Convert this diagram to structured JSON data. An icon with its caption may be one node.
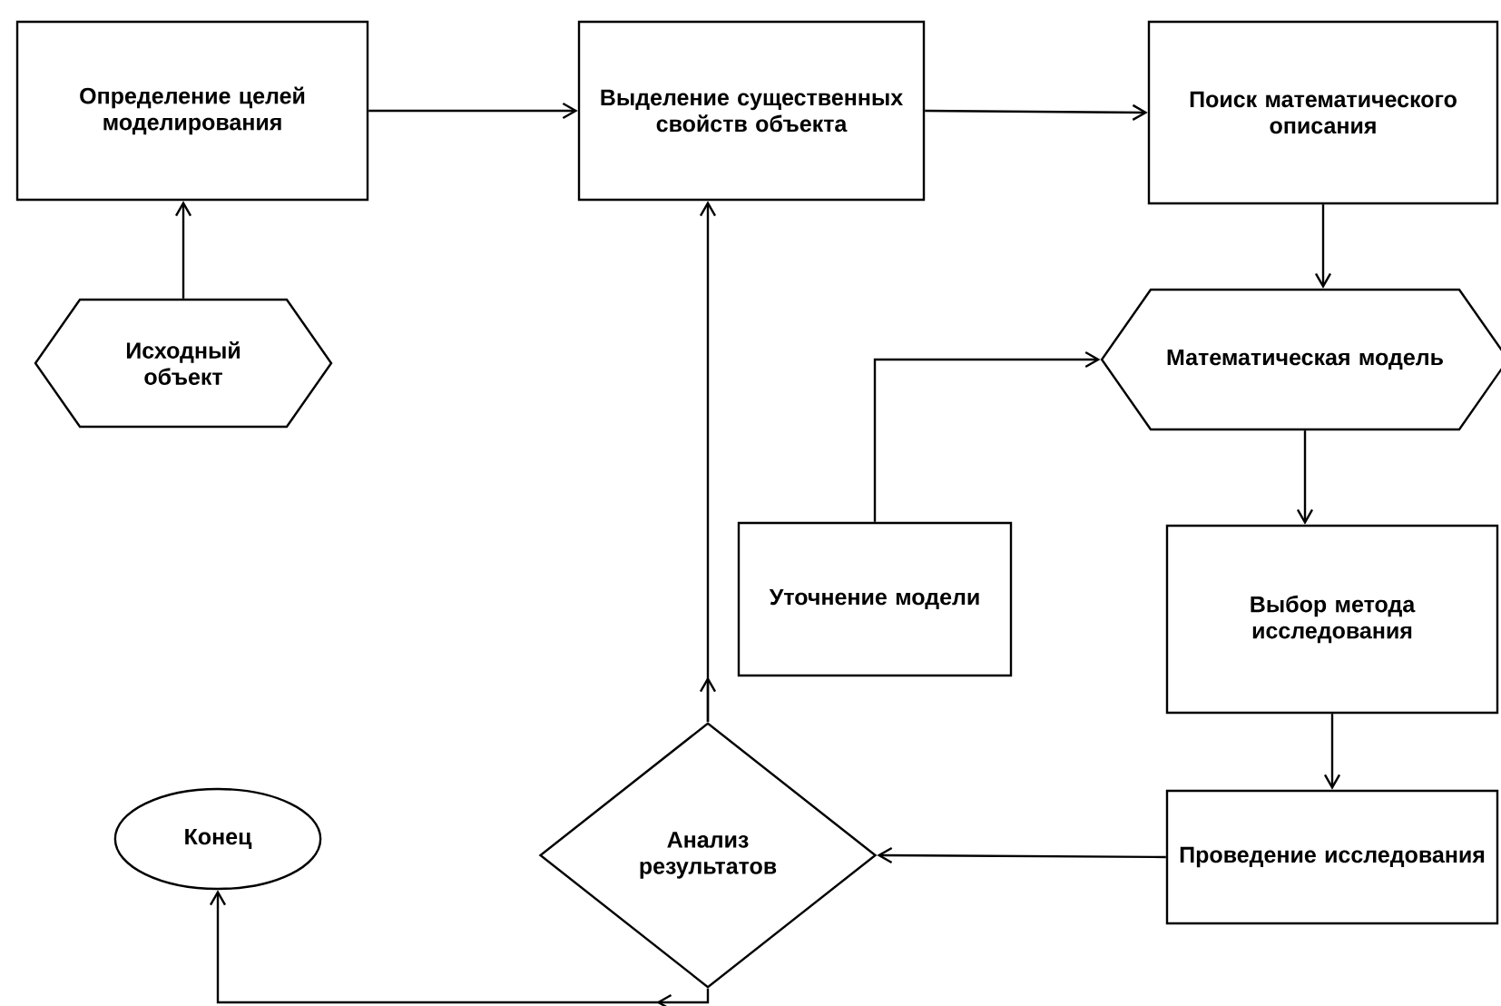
{
  "diagram": {
    "nodes": [
      {
        "text": [
          "Определение целей моделирования"
        ]
      },
      {
        "text": [
          "Исходный объект"
        ]
      },
      {
        "text": [
          "Выделение существенных свойств объекта"
        ]
      },
      {
        "text": [
          "Поиск математического описания"
        ]
      },
      {
        "text": [
          "Математическая модель"
        ]
      },
      {
        "text": [
          "Уточнение модели"
        ]
      },
      {
        "text": [
          "Выбор метода исследования"
        ]
      },
      {
        "text": [
          "Анализ результатов"
        ]
      },
      {
        "text": [
          "Конец"
        ]
      },
      {
        "text": [
          "Проведение исследования"
        ]
      }
    ],
    "edges": [
      {
        "from": 1,
        "to": 0,
        "arrow": "to"
      },
      {
        "from": 0,
        "to": 2,
        "arrow": "to"
      },
      {
        "from": 2,
        "to": 3,
        "arrow": "to"
      },
      {
        "from": 3,
        "to": 4,
        "arrow": "to"
      },
      {
        "from": 4,
        "to": 6,
        "arrow": "to"
      },
      {
        "from": 6,
        "to": 9,
        "arrow": "to"
      },
      {
        "from": 9,
        "to": 7,
        "arrow": "to"
      },
      {
        "from": 7,
        "to": 2,
        "arrow": "to"
      },
      {
        "from": 7,
        "to": 5,
        "arrow": "to"
      },
      {
        "from": 5,
        "to": 4,
        "arrow": "to"
      },
      {
        "from": 7,
        "to": 8,
        "arrow": "to"
      }
    ]
  }
}
